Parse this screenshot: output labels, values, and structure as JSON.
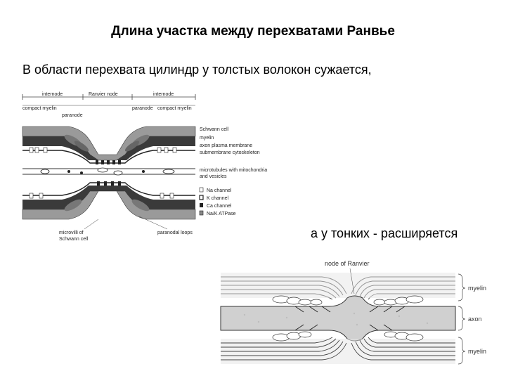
{
  "slide": {
    "title": "Длина участка между перехватами Ранвье",
    "text_thick": "В области перехвата цилиндр у толстых волокон сужается,",
    "text_thin": "а у тонких - расширяется"
  },
  "figure_thick": {
    "top_labels": [
      "internode",
      "Ranvier node",
      "internode"
    ],
    "sub_labels": [
      "compact myelin",
      "paranode",
      "paranode",
      "compact myelin"
    ],
    "right_labels": [
      "Schwann cell",
      "myelin",
      "axon plasma membrane",
      "submembrane cytoskeleton",
      "microtubules with mitochondria",
      "and vesicles"
    ],
    "legend": [
      "Na channel",
      "K channel",
      "Ca channel",
      "Na/K ATPase"
    ],
    "bottom_labels": [
      "microvilli of",
      "Schwann cell",
      "paranodal loops"
    ]
  },
  "figure_thin": {
    "labels": [
      "node of Ranvier",
      "myelin",
      "axon",
      "myelin"
    ]
  }
}
